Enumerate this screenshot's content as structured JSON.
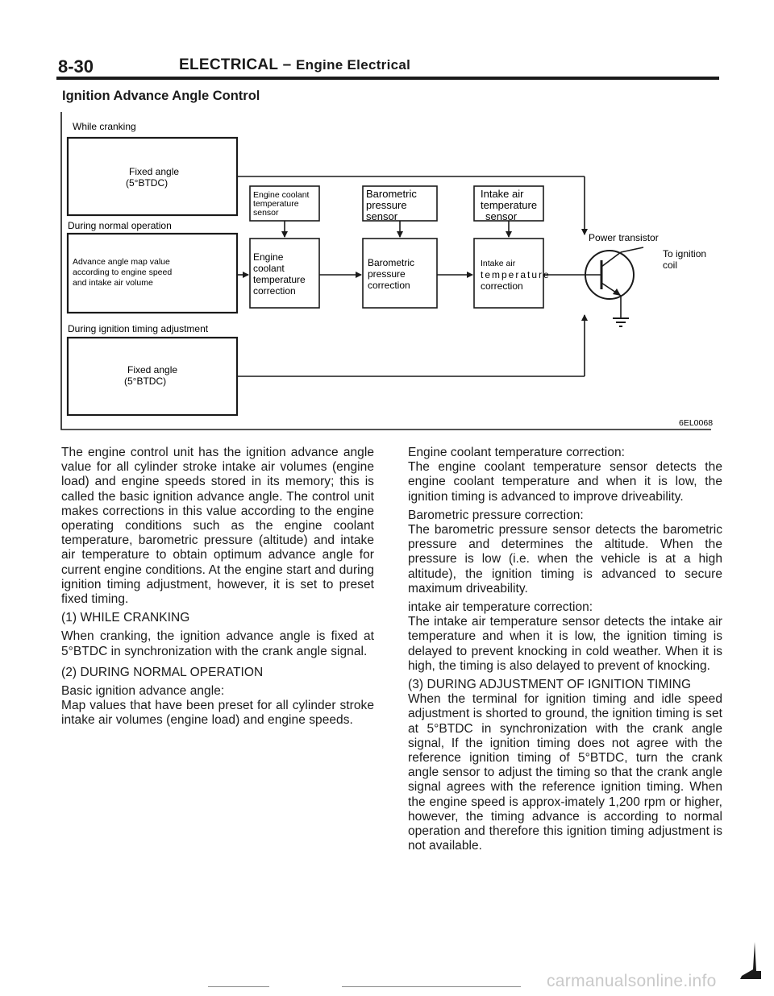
{
  "header": {
    "page_number": "8-30",
    "section": "ELECTRICAL",
    "separator": "–",
    "subsection": "Engine Electrical"
  },
  "title": "Ignition Advance Angle Control",
  "diagram": {
    "while_cranking": "While cranking",
    "fixed_angle_label": "Fixed angle",
    "fixed_angle_value": "(5°BTDC)",
    "during_normal": "During normal operation",
    "advance_map_lines": [
      "Advance angle map value",
      "according to engine speed",
      "and intake air volume"
    ],
    "during_timing": "During ignition timing adjustment",
    "sensors": {
      "coolant": [
        "Engine coolant",
        "temperature",
        "sensor"
      ],
      "barometric": [
        "Barometric",
        "pressure",
        "sensor"
      ],
      "intake": [
        "Intake air",
        "temperature",
        "sensor"
      ]
    },
    "corrections": {
      "coolant": [
        "Engine",
        "coolant",
        "temperature",
        "correction"
      ],
      "barometric": [
        "Barometric",
        "pressure",
        "correction"
      ],
      "intake": [
        "Intake air",
        "temperature",
        "correction"
      ]
    },
    "power_transistor": "Power transistor",
    "to_ignition": [
      "To ignition",
      "coil"
    ],
    "figure_code": "6EL0068"
  },
  "left_column": {
    "intro": "The engine control unit has the ignition advance angle value for all cylinder stroke intake air volumes (engine load) and engine speeds stored in its memory; this is called the basic ignition advance angle. The control unit makes corrections in this value according to the engine operating conditions such as the engine coolant temperature, barometric pressure (altitude) and intake air temperature to obtain optimum advance angle for current engine conditions. At the engine start and during ignition timing adjustment, however, it is set to preset fixed timing.",
    "h1": "(1) WHILE CRANKING",
    "p1": "When cranking, the ignition advance angle is fixed at 5°BTDC in synchronization with the crank angle signal.",
    "h2": "(2) DURING NORMAL OPERATION",
    "h2_sub": "Basic ignition advance angle:",
    "p2": "Map values that have been preset for all cylinder stroke intake air volumes (engine load) and engine speeds."
  },
  "right_column": {
    "h_coolant": "Engine coolant temperature correction:",
    "p_coolant": "The engine coolant temperature sensor detects the engine coolant temperature and when it is low, the ignition timing is advanced to improve driveability.",
    "h_baro": "Barometric pressure correction:",
    "p_baro": "The barometric pressure sensor detects the barometric pressure and determines the altitude. When the pressure is low (i.e. when the vehicle is at a high altitude), the ignition timing is advanced to secure maximum driveability.",
    "h_intake": "intake air temperature correction:",
    "p_intake": "The intake air temperature sensor detects the intake air temperature and when it is low, the ignition timing is delayed to prevent knocking in cold weather. When it is high, the timing is also delayed to prevent of knocking.",
    "h3": "(3) DURING ADJUSTMENT OF IGNITION TIMING",
    "p3": "When the terminal for ignition timing and idle speed adjustment is shorted to ground, the ignition timing is set at 5°BTDC in synchronization with the crank angle signal, If the ignition timing does not agree with the reference ignition timing of 5°BTDC, turn the crank angle sensor to adjust the timing so that the crank angle signal agrees with the reference ignition timing. When the engine speed is approx-imately 1,200 rpm or higher, however, the timing advance is according to normal operation and therefore this ignition timing adjustment is not available."
  },
  "footer": {
    "watermark": "carmanualsonline.info"
  }
}
